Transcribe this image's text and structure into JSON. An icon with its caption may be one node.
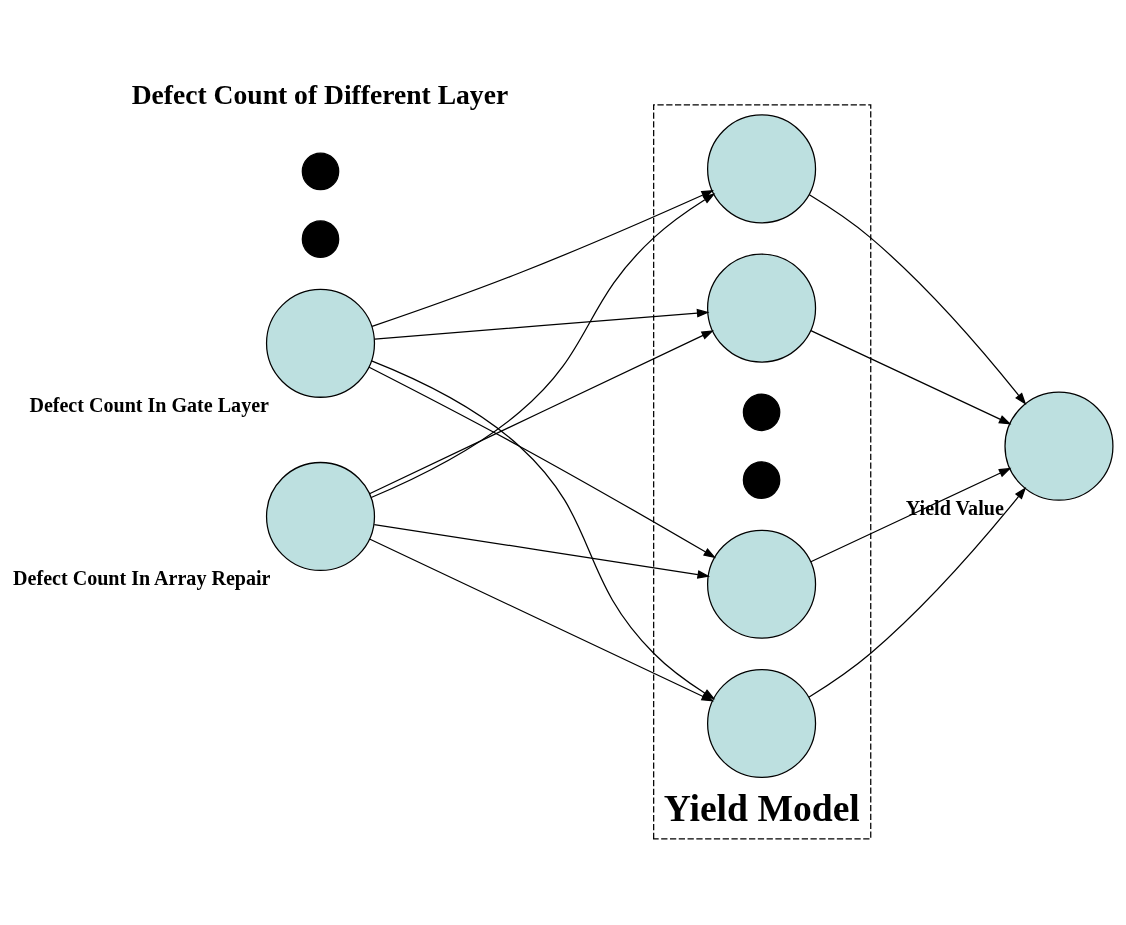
{
  "diagram": {
    "nodes": [
      {
        "text": [
          "Yield Model"
        ]
      },
      {
        "text": [],
        "shape": "circle",
        "beside": [
          "Defect Count In Gate Layer"
        ]
      },
      {
        "text": [],
        "shape": "dot"
      },
      {
        "text": [],
        "shape": "dot"
      },
      {
        "text": [],
        "shape": "circle",
        "beside": [
          "Defect Count In Array Repair"
        ]
      },
      {
        "text": [],
        "shape": "circle",
        "in": 0
      },
      {
        "text": [],
        "shape": "circle",
        "in": 0
      },
      {
        "text": [],
        "shape": "dot",
        "in": 0
      },
      {
        "text": [],
        "shape": "dot",
        "in": 0
      },
      {
        "text": [],
        "shape": "circle",
        "in": 0
      },
      {
        "text": [],
        "shape": "circle",
        "in": 0
      },
      {
        "text": [],
        "shape": "circle",
        "beside": [
          "Yield Value"
        ]
      }
    ],
    "edges": [
      {
        "from": 1,
        "to": 5,
        "arrow": "to"
      },
      {
        "from": 1,
        "to": 6,
        "arrow": "to"
      },
      {
        "from": 1,
        "to": 9,
        "arrow": "to"
      },
      {
        "from": 1,
        "to": 10,
        "arrow": "to"
      },
      {
        "from": 4,
        "to": 5,
        "arrow": "to"
      },
      {
        "from": 4,
        "to": 6,
        "arrow": "to"
      },
      {
        "from": 4,
        "to": 9,
        "arrow": "to"
      },
      {
        "from": 4,
        "to": 10,
        "arrow": "to"
      },
      {
        "from": 5,
        "to": 11,
        "arrow": "to"
      },
      {
        "from": 6,
        "to": 11,
        "arrow": "to"
      },
      {
        "from": 9,
        "to": 11,
        "arrow": "to"
      },
      {
        "from": 10,
        "to": 11,
        "arrow": "to"
      }
    ],
    "labels": [
      "Defect Count of Different Layer"
    ]
  }
}
